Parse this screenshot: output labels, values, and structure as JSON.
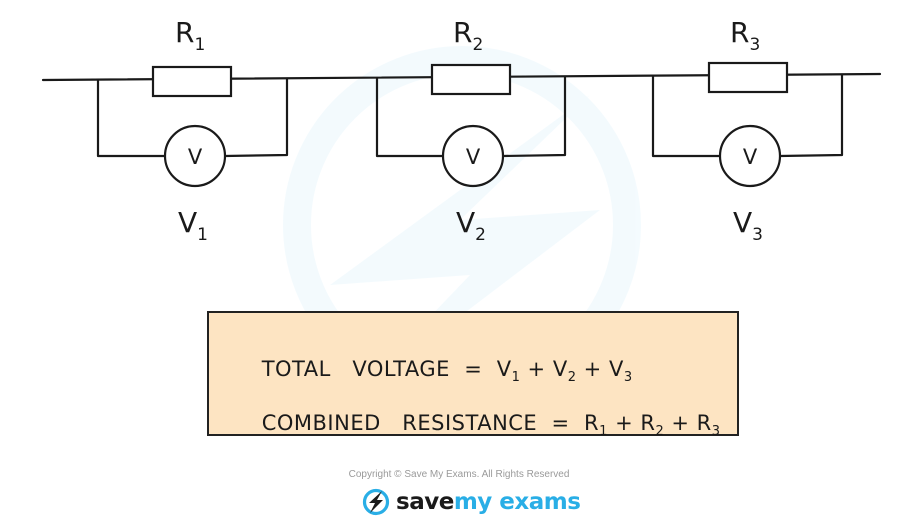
{
  "diagram": {
    "title": "Resistors in series with voltmeters",
    "components": [
      {
        "resistor": {
          "letter": "R",
          "index": "1"
        },
        "voltmeter": {
          "symbol": "V",
          "letter": "V",
          "index": "1"
        }
      },
      {
        "resistor": {
          "letter": "R",
          "index": "2"
        },
        "voltmeter": {
          "symbol": "V",
          "letter": "V",
          "index": "2"
        }
      },
      {
        "resistor": {
          "letter": "R",
          "index": "3"
        },
        "voltmeter": {
          "symbol": "V",
          "letter": "V",
          "index": "3"
        }
      }
    ],
    "colors": {
      "wire": "#1a1a1a",
      "box_fill": "#fde4c2",
      "box_border": "#222222",
      "brand": "#29aee6"
    }
  },
  "summary": {
    "line1": {
      "label": "TOTAL   VOLTAGE  =  ",
      "terms": [
        {
          "letter": "V",
          "index": "1"
        },
        {
          "letter": "V",
          "index": "2"
        },
        {
          "letter": "V",
          "index": "3"
        }
      ],
      "plus": " + "
    },
    "line2": {
      "label": "COMBINED   RESISTANCE  =  ",
      "terms": [
        {
          "letter": "R",
          "index": "1"
        },
        {
          "letter": "R",
          "index": "2"
        },
        {
          "letter": "R",
          "index": "3"
        }
      ],
      "plus": " + "
    }
  },
  "footer": {
    "copyright": "Copyright © Save My Exams. All Rights Reserved",
    "logo_save": "save",
    "logo_rest": "my exams",
    "logo_icon": "lightning-bolt-icon"
  }
}
